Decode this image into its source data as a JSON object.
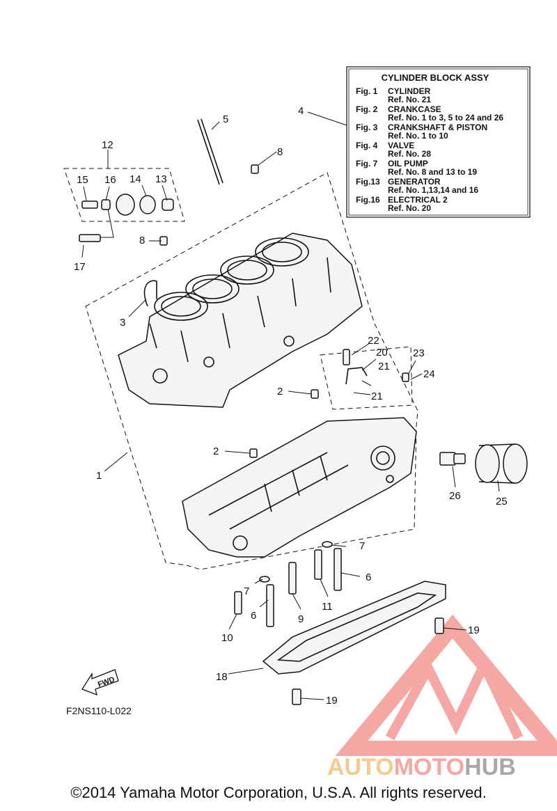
{
  "legend_box": {
    "title": "CYLINDER BLOCK ASSY",
    "rows": [
      {
        "fig": "Fig.  1",
        "name": "CYLINDER",
        "ref": "Ref. No. 21"
      },
      {
        "fig": "Fig.  2",
        "name": "CRANKCASE",
        "ref": "Ref. No. 1 to 3, 5 to 24 and 26"
      },
      {
        "fig": "Fig.  3",
        "name": "CRANKSHAFT & PISTON",
        "ref": "Ref. No. 1 to 10"
      },
      {
        "fig": "Fig.  4",
        "name": "VALVE",
        "ref": "Ref. No. 28"
      },
      {
        "fig": "Fig.  7",
        "name": "OIL PUMP",
        "ref": "Ref. No. 8 and 13 to 19"
      },
      {
        "fig": "Fig.13",
        "name": "GENERATOR",
        "ref": "Ref. No. 1,13,14 and 16"
      },
      {
        "fig": "Fig.16",
        "name": "ELECTRICAL 2",
        "ref": "Ref. No. 20"
      }
    ]
  },
  "callouts": [
    "1",
    "2",
    "2",
    "3",
    "4",
    "5",
    "6",
    "6",
    "7",
    "7",
    "8",
    "8",
    "9",
    "10",
    "11",
    "12",
    "13",
    "14",
    "15",
    "16",
    "17",
    "18",
    "19",
    "19",
    "20",
    "21",
    "21",
    "22",
    "23",
    "24",
    "25",
    "26"
  ],
  "fwd_label": "FWD",
  "drawing_code": "F2NS110-L022",
  "copyright": "©2014 Yamaha Motor Corporation, U.S.A. All rights reserved.",
  "watermark": {
    "part1": "AUTO",
    "part2": "MOTO",
    "part3": "HUB"
  },
  "colors": {
    "line": "#111111",
    "watermark_orange": "#f3c27a",
    "watermark_red": "#f49a94",
    "watermark_gray": "#9a9a9a"
  }
}
